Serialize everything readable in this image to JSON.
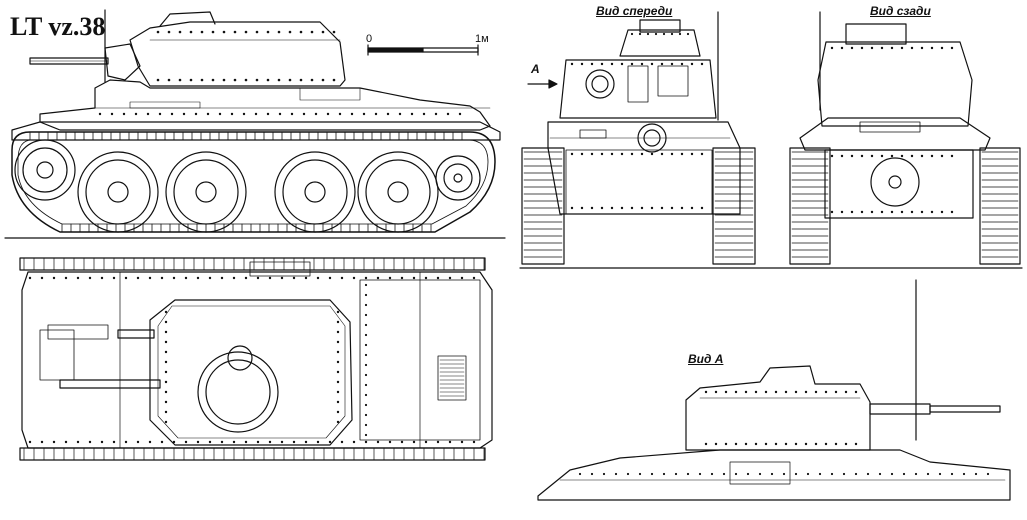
{
  "title": "LT vz.38",
  "scale": {
    "zero": "0",
    "one": "1м"
  },
  "views": {
    "front": "Вид спереди",
    "rear": "Вид сзади",
    "view_a": "Вид А",
    "arrow_a": "А"
  }
}
